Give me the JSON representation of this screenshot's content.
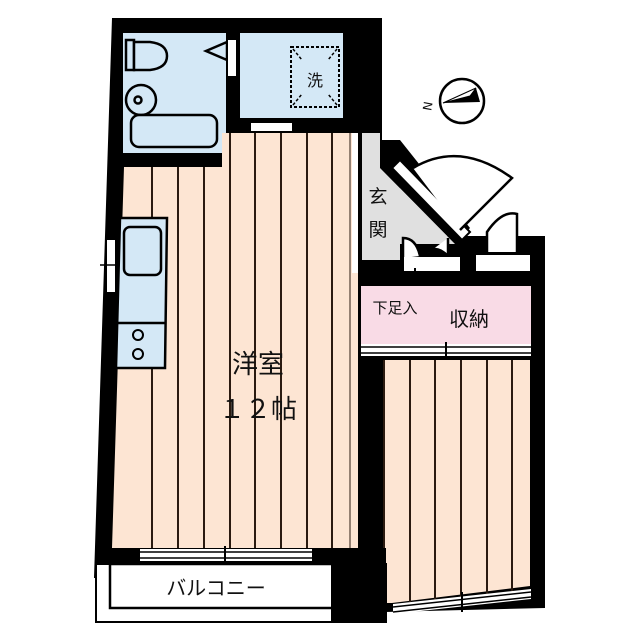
{
  "floorplan": {
    "rooms": {
      "western_room": {
        "label": "洋室",
        "size": "１２帖"
      },
      "entrance": {
        "label_line1": "玄",
        "label_line2": "関"
      },
      "storage": {
        "label": "収納"
      },
      "shoe_box": {
        "label": "下足入"
      },
      "balcony": {
        "label": "バルコニー"
      },
      "washer": {
        "label": "洗"
      }
    },
    "compass": {
      "label": "N",
      "icon": "compass-north-arrow-icon"
    },
    "colors": {
      "wall": "#000000",
      "floor_wood": "#fde5d3",
      "wet_area": "#d4e8f6",
      "entrance": "#e0e0e0",
      "storage": "#f9dbe6",
      "background": "#ffffff"
    },
    "fixtures": [
      "toilet-icon",
      "sink-icon",
      "bathtub-icon",
      "washing-machine-icon",
      "kitchen-sink-icon",
      "stove-icon",
      "door-swing-icon",
      "sliding-window-icon"
    ]
  }
}
